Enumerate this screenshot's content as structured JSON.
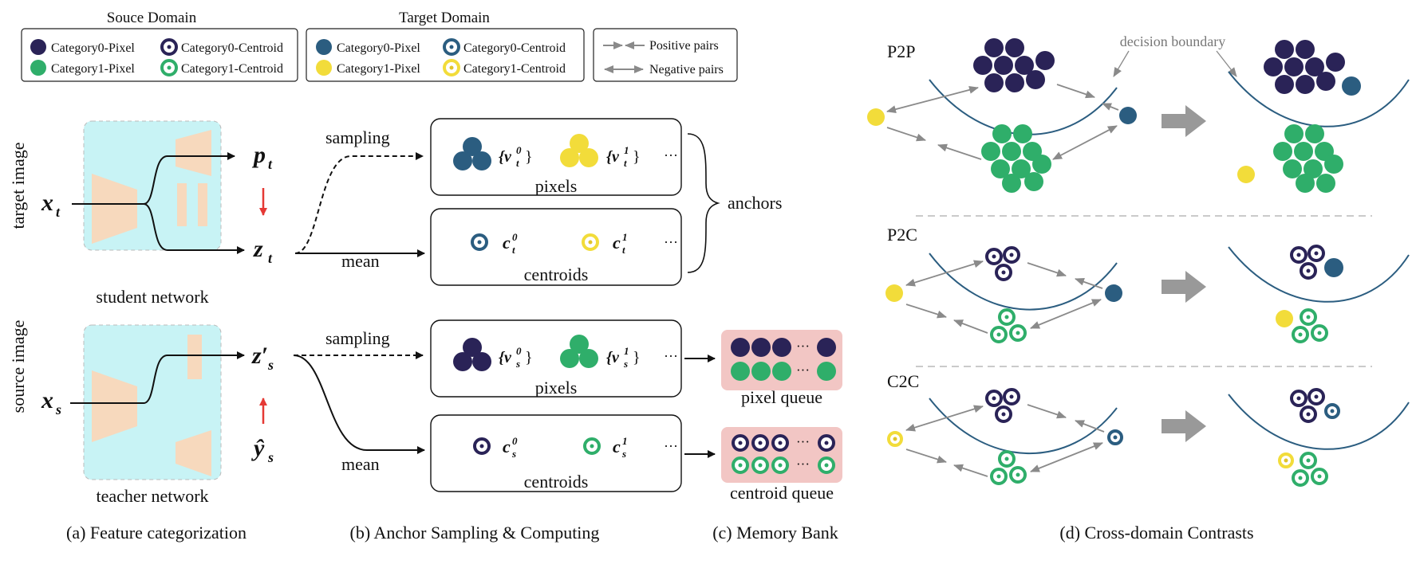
{
  "legend": {
    "source_title": "Souce Domain",
    "target_title": "Target Domain",
    "source_items": [
      "Category0-Pixel",
      "Category0-Centroid",
      "Category1-Pixel",
      "Category1-Centroid"
    ],
    "target_items": [
      "Category0-Pixel",
      "Category0-Centroid",
      "Category1-Pixel",
      "Category1-Centroid"
    ],
    "pair_items": [
      "Positive pairs",
      "Negative pairs"
    ]
  },
  "panel_a": {
    "target_image": "target image",
    "source_image": "source image",
    "student": "student network",
    "teacher": "teacher network",
    "x_t": "x",
    "x_t_sub": "t",
    "x_s": "x",
    "x_s_sub": "s",
    "p_t": "p",
    "p_t_sub": "t",
    "z_t": "z",
    "z_t_sub": "t",
    "z_s": "z′",
    "z_s_sub": "s",
    "y_s": "ŷ",
    "y_s_sub": "s",
    "caption": "(a) Feature categorization"
  },
  "panel_b": {
    "sampling": "sampling",
    "mean": "mean",
    "pixels": "pixels",
    "centroids": "centroids",
    "anchors": "anchors",
    "ellipsis": "···",
    "vt0": "{v",
    "vt0_sup": "0",
    "vt0_sub": "t",
    "vt1_sup": "1",
    "vs_sub": "s",
    "ct": "c",
    "caption": "(b) Anchor Sampling & Computing"
  },
  "panel_c": {
    "pixel_queue": "pixel queue",
    "centroid_queue": "centroid queue",
    "ellipsis": "···",
    "caption": "(c) Memory Bank"
  },
  "panel_d": {
    "p2p": "P2P",
    "p2c": "P2C",
    "c2c": "C2C",
    "boundary": "decision boundary",
    "caption": "(d) Cross-domain Contrasts"
  },
  "colors": {
    "src_cat0": "#2a2357",
    "src_cat1": "#2fae6a",
    "tgt_cat0": "#2b5d80",
    "tgt_cat1": "#f2dc3a",
    "net_bg": "#c8f3f5",
    "net_block": "#f7d9bd",
    "queue_bg": "#f2c6c4",
    "arrow_gray": "#8a8a8a",
    "curve": "#2b5d80",
    "red_arrow": "#e53935"
  }
}
